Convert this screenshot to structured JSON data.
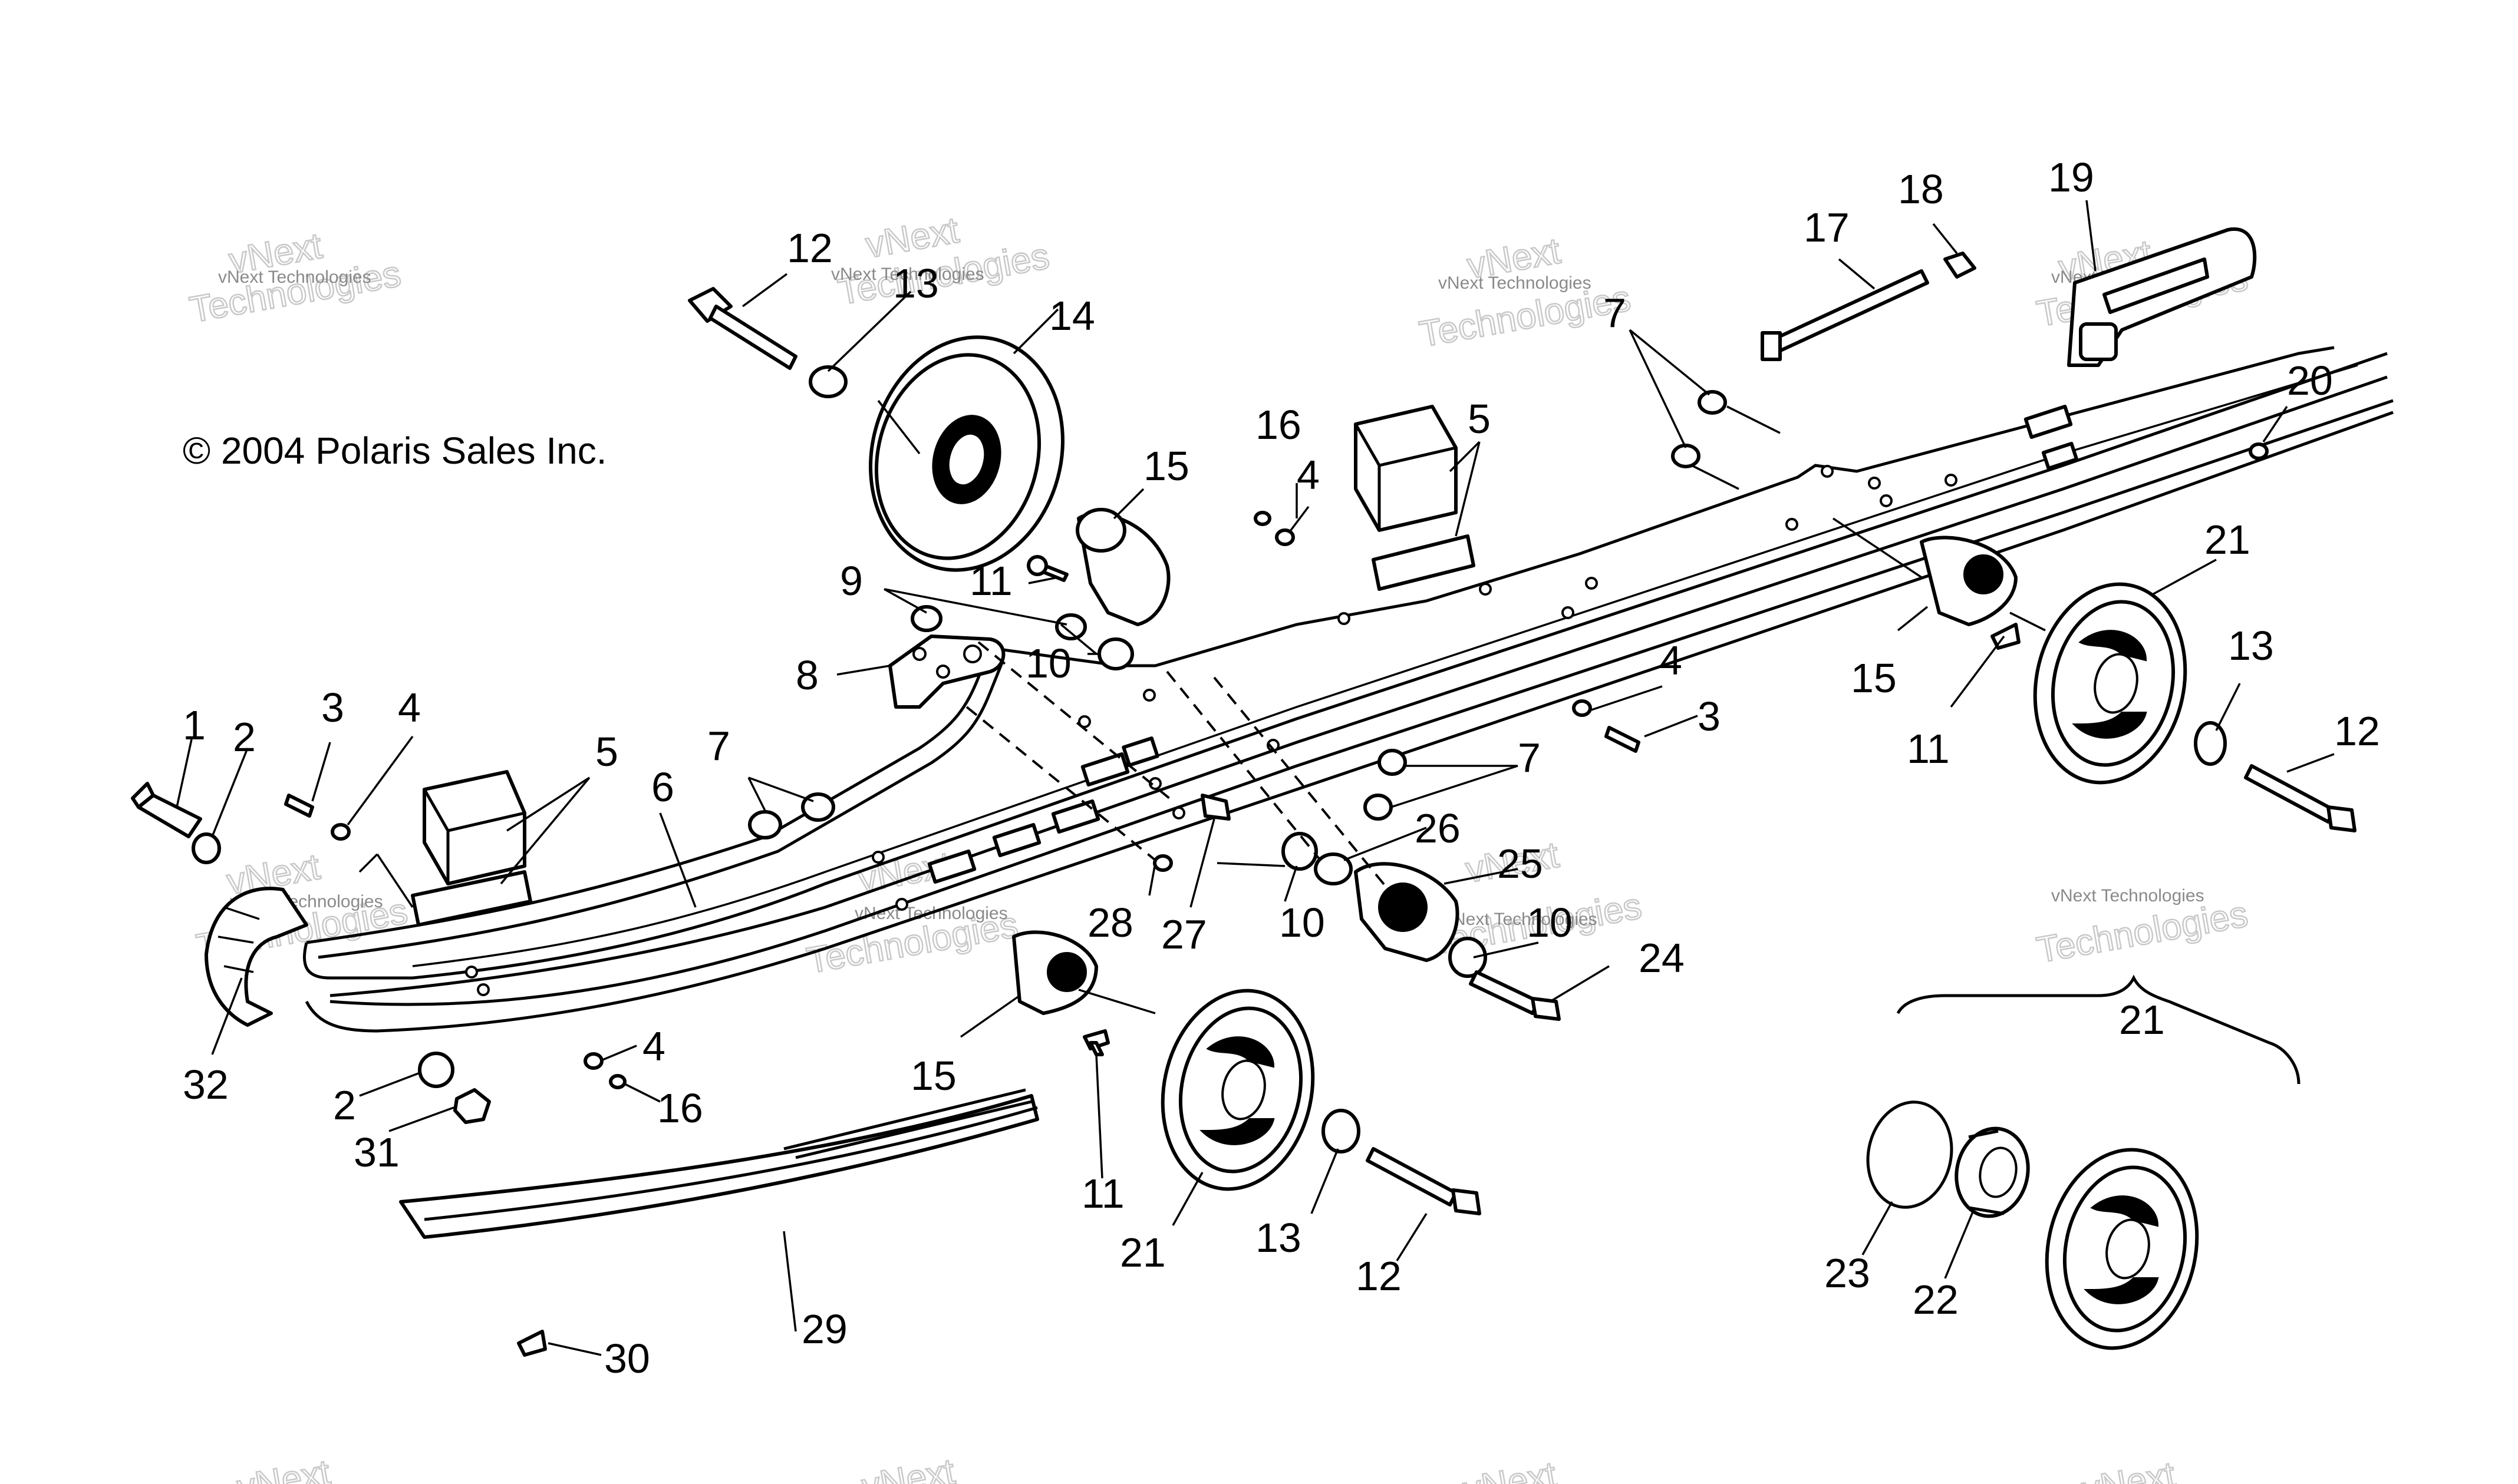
{
  "copyright": "© 2004 Polaris Sales Inc.",
  "watermark": {
    "brand": "vNext",
    "company": "Technologies",
    "full": "vNext Technologies"
  },
  "callouts": {
    "c1": "1",
    "c2a": "2",
    "c2b": "2",
    "c3a": "3",
    "c3b": "3",
    "c4a": "4",
    "c4b": "4",
    "c4c": "4",
    "c4d": "4",
    "c5a": "5",
    "c5b": "5",
    "c6": "6",
    "c7a": "7",
    "c7b": "7",
    "c7c": "7",
    "c8": "8",
    "c9": "9",
    "c10a": "10",
    "c10b": "10",
    "c10c": "10",
    "c11a": "11",
    "c11b": "11",
    "c11c": "11",
    "c12a": "12",
    "c12b": "12",
    "c12c": "12",
    "c13a": "13",
    "c13b": "13",
    "c13c": "13",
    "c14": "14",
    "c15a": "15",
    "c15b": "15",
    "c15c": "15",
    "c16a": "16",
    "c16b": "16",
    "c17": "17",
    "c18": "18",
    "c19": "19",
    "c20": "20",
    "c21a": "21",
    "c21b": "21",
    "c21c": "21",
    "c22": "22",
    "c23": "23",
    "c24": "24",
    "c25": "25",
    "c26": "26",
    "c27": "27",
    "c28": "28",
    "c29": "29",
    "c30": "30",
    "c31": "31",
    "c32": "32"
  }
}
